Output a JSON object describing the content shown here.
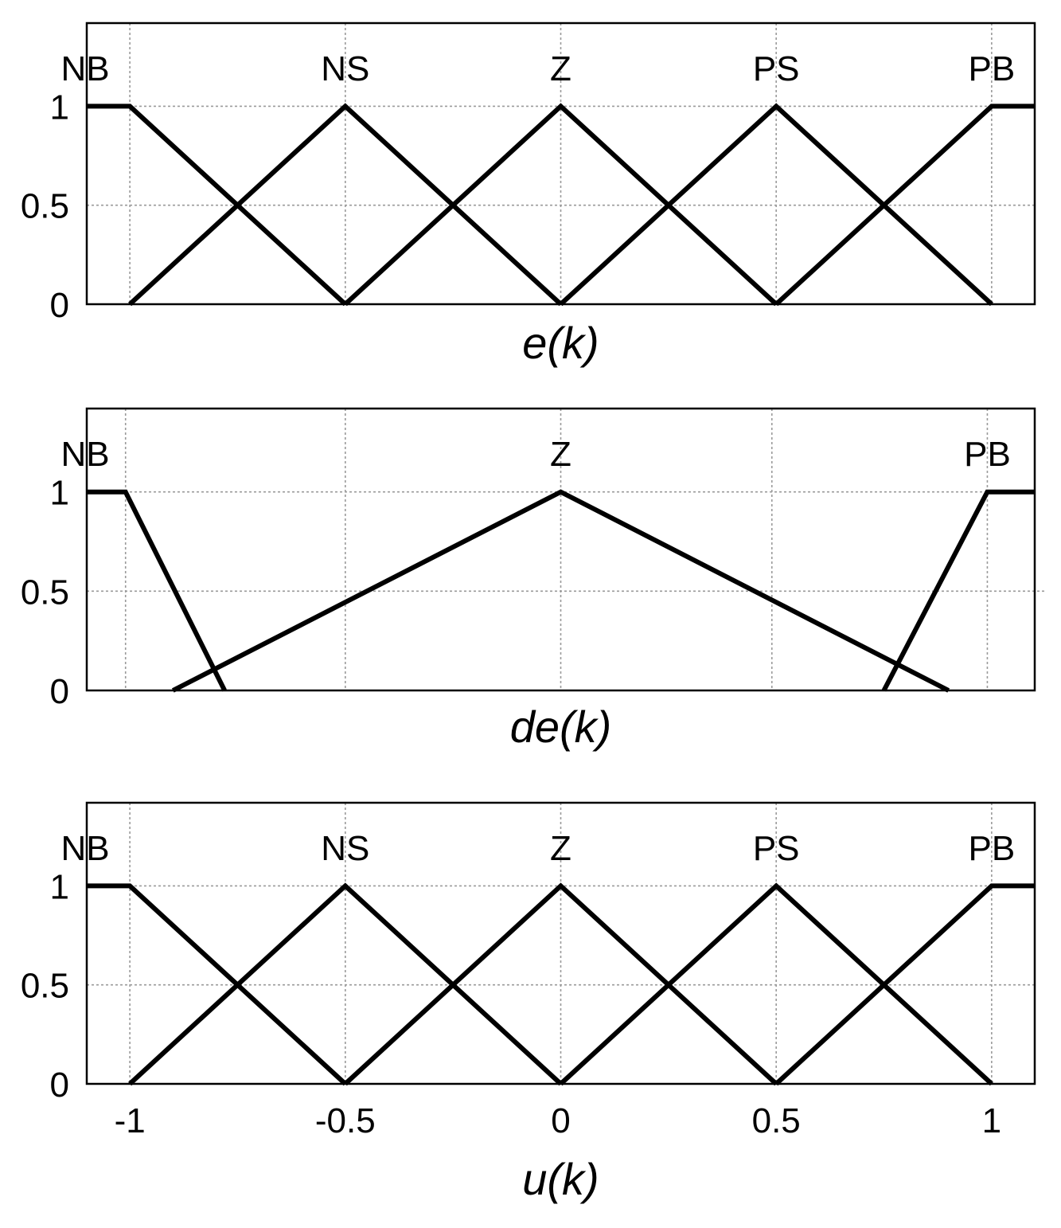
{
  "chart_data": [
    {
      "type": "line",
      "xlabel": "e(k)",
      "ylabel": "",
      "xlim": [
        -1.1,
        1.1
      ],
      "ylim": [
        0,
        1.42
      ],
      "yticks": [
        "0",
        "0.5",
        "1"
      ],
      "xticks": [],
      "grid": true,
      "series": [
        {
          "name": "NB",
          "x": [
            -1.1,
            -1,
            -0.5
          ],
          "y": [
            1,
            1,
            0
          ]
        },
        {
          "name": "NS",
          "x": [
            -1,
            -0.5,
            0
          ],
          "y": [
            0,
            1,
            0
          ]
        },
        {
          "name": "Z",
          "x": [
            -0.5,
            0,
            0.5
          ],
          "y": [
            0,
            1,
            0
          ]
        },
        {
          "name": "PS",
          "x": [
            0,
            0.5,
            1
          ],
          "y": [
            0,
            1,
            0
          ]
        },
        {
          "name": "PB",
          "x": [
            0.5,
            1,
            1.1
          ],
          "y": [
            0,
            1,
            1
          ]
        }
      ]
    },
    {
      "type": "line",
      "xlabel": "de(k)",
      "ylabel": "",
      "xlim": [
        -1.1,
        1.1
      ],
      "ylim": [
        0,
        1.42
      ],
      "yticks": [
        "0",
        "0.5",
        "1"
      ],
      "xticks": [],
      "grid": true,
      "series": [
        {
          "name": "NB",
          "x": [
            -1.1,
            -1.01,
            -0.78
          ],
          "y": [
            1,
            1,
            0
          ]
        },
        {
          "name": "Z",
          "x": [
            -0.9,
            0,
            0.9
          ],
          "y": [
            0,
            1,
            0
          ]
        },
        {
          "name": "PB",
          "x": [
            0.75,
            0.99,
            1.1
          ],
          "y": [
            0,
            1,
            1
          ]
        }
      ]
    },
    {
      "type": "line",
      "xlabel": "u(k)",
      "ylabel": "",
      "xlim": [
        -1.1,
        1.1
      ],
      "ylim": [
        0,
        1.42
      ],
      "yticks": [
        "0",
        "0.5",
        "1"
      ],
      "xticks": [
        "-1",
        "-0.5",
        "0",
        "0.5",
        "1"
      ],
      "grid": true,
      "series": [
        {
          "name": "NB",
          "x": [
            -1.1,
            -1,
            -0.5
          ],
          "y": [
            1,
            1,
            0
          ]
        },
        {
          "name": "NS",
          "x": [
            -1,
            -0.5,
            0
          ],
          "y": [
            0,
            1,
            0
          ]
        },
        {
          "name": "Z",
          "x": [
            -0.5,
            0,
            0.5
          ],
          "y": [
            0,
            1,
            0
          ]
        },
        {
          "name": "PS",
          "x": [
            0,
            0.5,
            1
          ],
          "y": [
            0,
            1,
            0
          ]
        },
        {
          "name": "PB",
          "x": [
            0.5,
            1,
            1.1
          ],
          "y": [
            0,
            1,
            1
          ]
        }
      ]
    }
  ]
}
